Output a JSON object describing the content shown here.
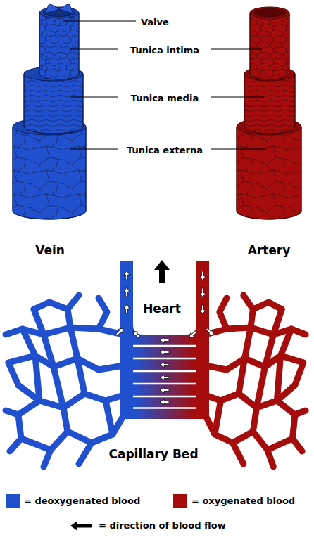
{
  "diagram": {
    "labels": [
      "Valve",
      "Tunica intima",
      "Tunica media",
      "Tunica externa",
      "Vein",
      "Artery",
      "Heart",
      "Capillary Bed"
    ],
    "legend": [
      {
        "text": "= deoxygenated blood",
        "color": "#2150cf"
      },
      {
        "text": "= oxygenated blood",
        "color": "#a50d0d"
      },
      {
        "text": "= direction of blood flow"
      }
    ]
  }
}
